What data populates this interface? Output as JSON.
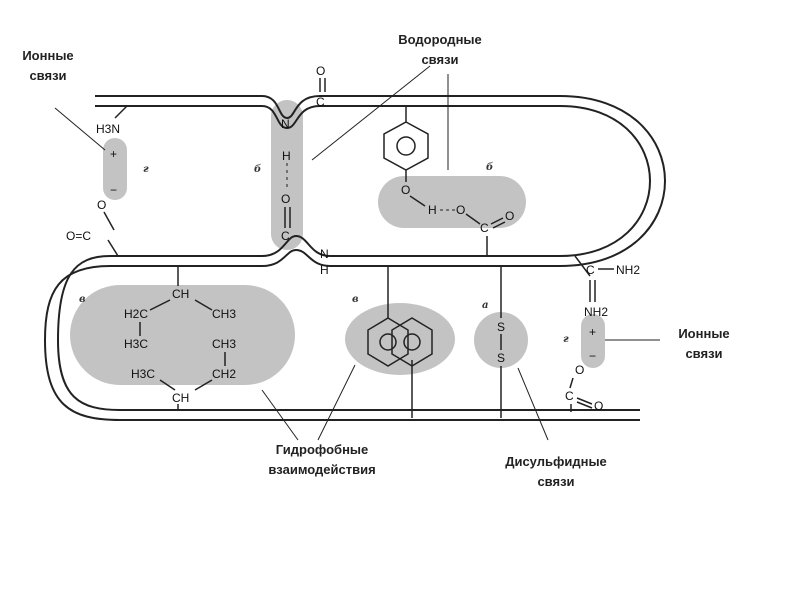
{
  "labels": {
    "ionic_top_left": [
      "Ионные",
      "связи"
    ],
    "hydrogen_top": [
      "Водородные",
      "связи"
    ],
    "ionic_right": [
      "Ионные",
      "связи"
    ],
    "hydrophobic_bottom": [
      "Гидрофобные",
      "взаимодействия"
    ],
    "disulfide_bottom": [
      "Дисульфидные",
      "связи"
    ]
  },
  "region_tags": {
    "ionic_left": "г",
    "hbond_backbone": "б",
    "hbond_tyr": "б",
    "hydrophobic_aliphatic": "в",
    "hydrophobic_aromatic": "в",
    "disulfide": "а",
    "ionic_right": "г"
  },
  "chemistry": {
    "amine": "H3N",
    "plus": "+",
    "minus": "−",
    "carboxyl_o": "O",
    "carboxyl_o2": "O=C",
    "nh": "N",
    "h": "H",
    "co_c": "C",
    "co_o": "O",
    "oh": "O",
    "o_end": "O",
    "ch": "CH",
    "ch3": "CH3",
    "ch2": "CH2",
    "h2c": "H2C",
    "h3c": "H3C",
    "s": "S",
    "nh2": "NH2",
    "guan_c": "C"
  }
}
